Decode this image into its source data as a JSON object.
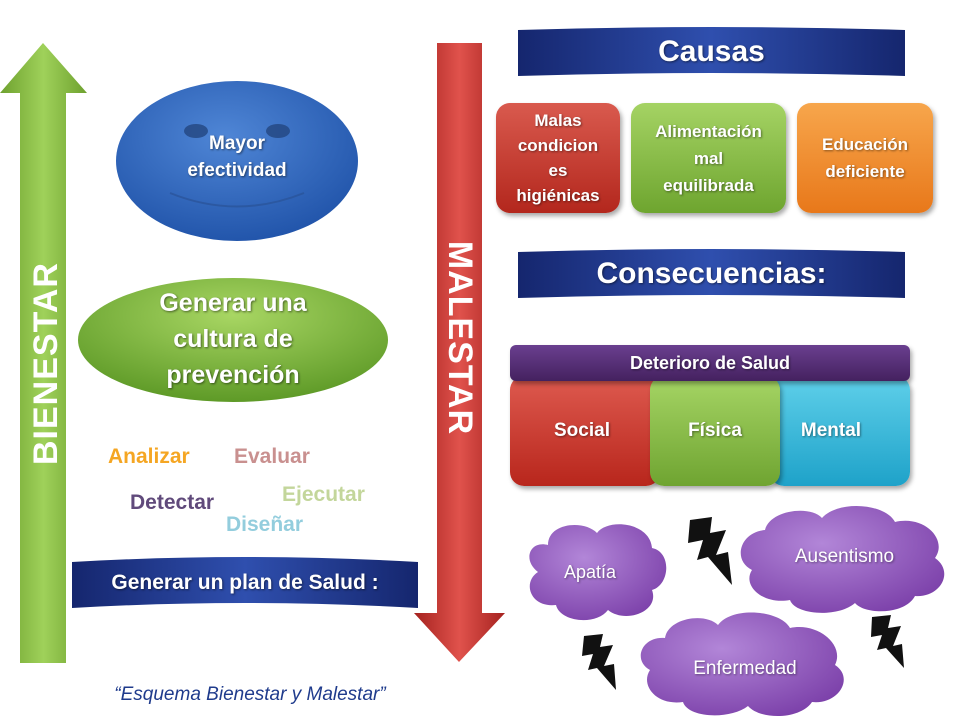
{
  "left": {
    "axis_label": "BIENESTAR",
    "oval_top": "Mayor\nefectividad",
    "oval_green": "Generar  una\ncultura de\nprevención",
    "words": [
      {
        "text": "Analizar",
        "color": "#f5a623"
      },
      {
        "text": "Evaluar",
        "color": "#c9908f"
      },
      {
        "text": "Ejecutar",
        "color": "#c3d69b"
      },
      {
        "text": "Detectar",
        "color": "#604a7b"
      },
      {
        "text": "Diseñar",
        "color": "#93cddd"
      }
    ],
    "plan_banner": "Generar un plan de Salud :"
  },
  "center": {
    "axis_label": "MALESTAR"
  },
  "right": {
    "causas_title": "Causas",
    "causas": [
      {
        "text": "Malas\ncondicion\nes\nhigiénicas",
        "color": "#c0392b"
      },
      {
        "text": "Alimentación\nmal\nequilibrada",
        "color": "#7cb342"
      },
      {
        "text": "Educación\ndeficiente",
        "color": "#f08a24"
      }
    ],
    "consecuencias_title": "Consecuencias:",
    "deterioro_header": "Deterioro de Salud",
    "deterioro_tabs": [
      "Social",
      "Física",
      "Mental"
    ],
    "clouds": [
      "Apatía",
      "Ausentismo",
      "Enfermedad"
    ]
  },
  "caption": "“Esquema Bienestar y Malestar”",
  "colors": {
    "bienestar_arrow": "#8fc641",
    "malestar_arrow": "#d03a36",
    "banner_blue": "#1f3b8c",
    "cloud_purple": "#9659c2"
  }
}
